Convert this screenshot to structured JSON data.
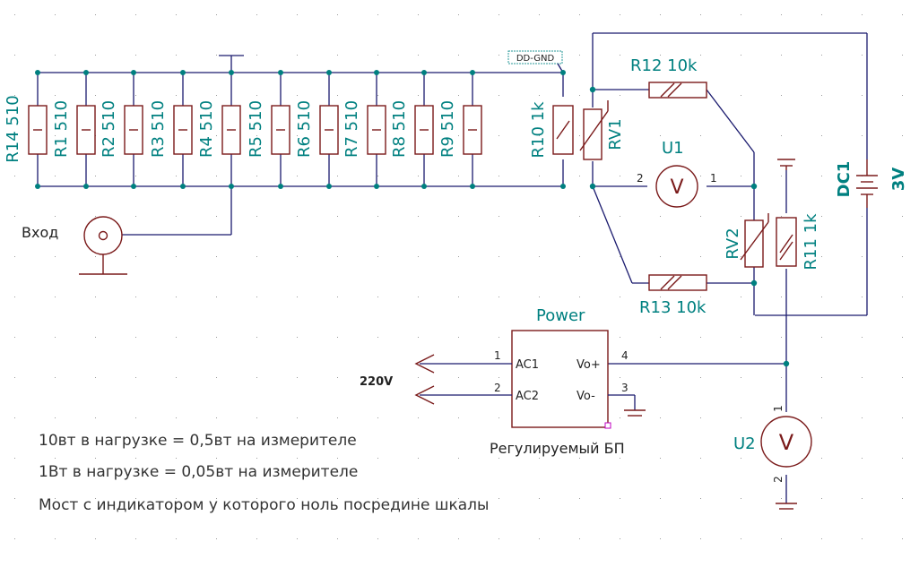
{
  "background": "#ffffff",
  "colors": {
    "wire": "#1a1a6e",
    "component": "#7a1a1a",
    "label": "#008080",
    "text": "#222222"
  },
  "resistors_row": [
    {
      "ref": "R14",
      "value": "510"
    },
    {
      "ref": "R1",
      "value": "510"
    },
    {
      "ref": "R2",
      "value": "510"
    },
    {
      "ref": "R3",
      "value": "510"
    },
    {
      "ref": "R4",
      "value": "510"
    },
    {
      "ref": "R5",
      "value": "510"
    },
    {
      "ref": "R6",
      "value": "510"
    },
    {
      "ref": "R7",
      "value": "510"
    },
    {
      "ref": "R8",
      "value": "510"
    },
    {
      "ref": "R9",
      "value": "510"
    }
  ],
  "flag": "DD-GND",
  "input_label": "Вход",
  "r10": {
    "ref": "R10",
    "value": "1k"
  },
  "rv1": "RV1",
  "r12": {
    "ref": "R12",
    "value": "10k"
  },
  "r13": {
    "ref": "R13",
    "value": "10k"
  },
  "u1": {
    "ref": "U1",
    "pin_left": "2",
    "pin_right": "1",
    "symbol": "V"
  },
  "rv2": "RV2",
  "r11": {
    "ref": "R11",
    "value": "1k"
  },
  "dc1": {
    "ref": "DC1",
    "value": "3V"
  },
  "power_block": {
    "title": "Power",
    "subtitle": "Регулируемый БП",
    "pins": {
      "ac1": "AC1",
      "ac2": "AC2",
      "vo_plus": "Vo+",
      "vo_minus": "Vo-"
    },
    "pin_numbers": {
      "p1": "1",
      "p2": "2",
      "p3": "3",
      "p4": "4"
    }
  },
  "mains_label": "220V",
  "u2": {
    "ref": "U2",
    "pin_top": "1",
    "pin_bottom": "2",
    "symbol": "V"
  },
  "notes": [
    "10вт в нагрузке = 0,5вт на измерителе",
    "1Вт в нагрузке = 0,05вт на измерителе",
    "Мост с индикатором у которого ноль посредине шкалы"
  ]
}
